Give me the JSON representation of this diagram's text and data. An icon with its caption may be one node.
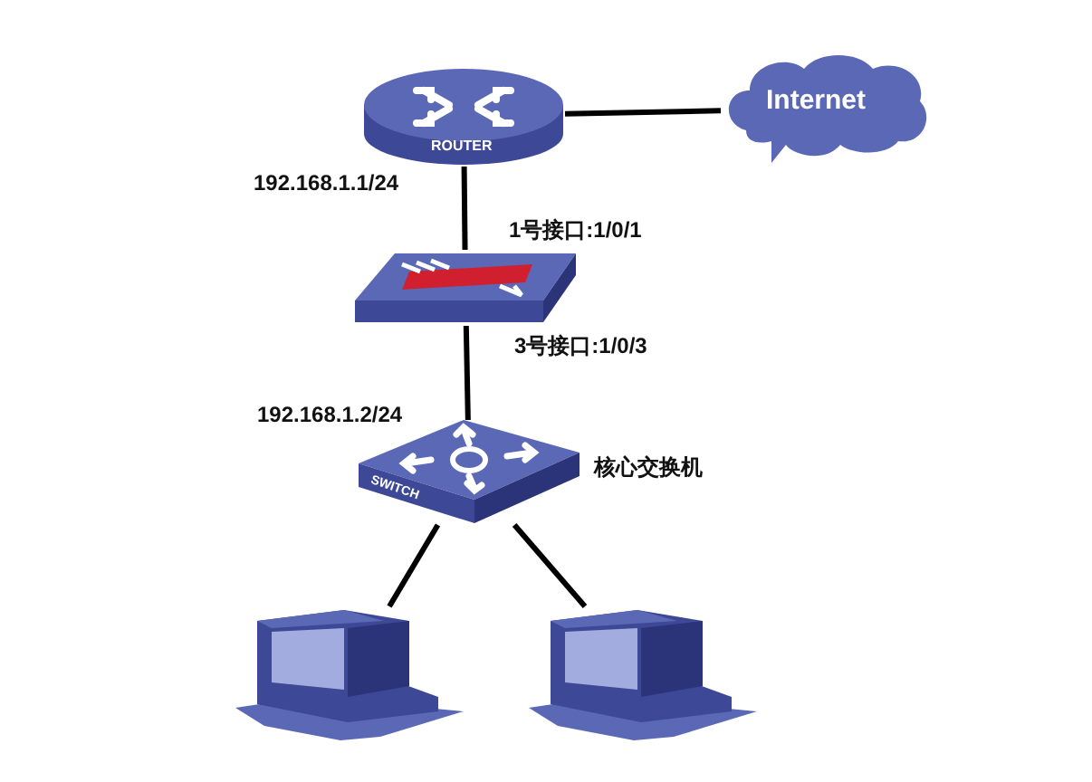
{
  "diagram": {
    "nodes": [
      {
        "text": [
          "ROUTER"
        ]
      },
      {
        "text": [
          "Internet"
        ]
      },
      {
        "text": [],
        "shape": "picture"
      },
      {
        "text": [
          "SWITCH"
        ],
        "beside": [
          "核心交换机"
        ]
      },
      {
        "text": [],
        "shape": "picture"
      },
      {
        "text": [],
        "shape": "picture"
      }
    ],
    "edges": [
      {
        "from": 0,
        "to": 1,
        "arrow": "none"
      },
      {
        "from": 0,
        "to": 2,
        "arrow": "none"
      },
      {
        "from": 2,
        "to": 3,
        "arrow": "none"
      },
      {
        "from": 3,
        "to": 4,
        "arrow": "none"
      },
      {
        "from": 3,
        "to": 5,
        "arrow": "none"
      }
    ],
    "labels": [
      "192.168.1.1/24",
      "1号接口:1/0/1",
      "3号接口:1/0/3",
      "192.168.1.2/24"
    ]
  }
}
